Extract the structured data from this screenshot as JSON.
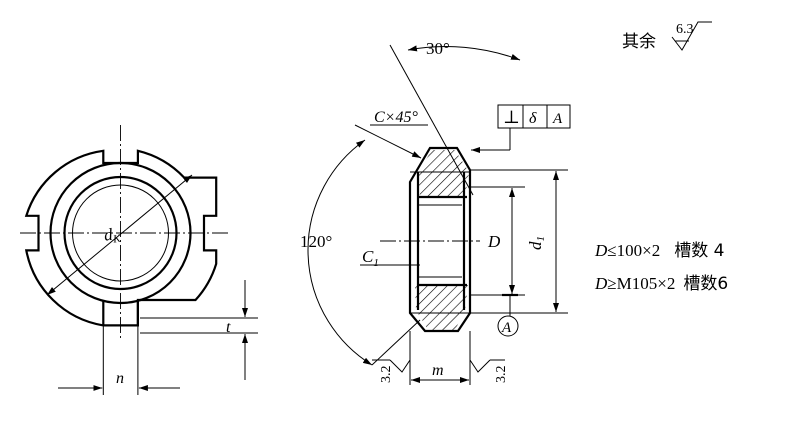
{
  "left_view": {
    "dk_label": "d",
    "dk_sub": "K",
    "t_label": "t",
    "n_label": "n"
  },
  "section_view": {
    "angle_top": "30°",
    "chamfer": "C×45°",
    "angle_left": "120°",
    "c1_main": "C",
    "c1_sub": "1",
    "D_label": "D",
    "d1_main": "d",
    "d1_sub": "1",
    "m_label": "m",
    "datum": "A",
    "roughness_left": "3.2",
    "roughness_right": "3.2"
  },
  "tolerance_frame": {
    "symbol": "⊥",
    "value": "δ",
    "datum": "A"
  },
  "general_roughness": {
    "text": "其余",
    "value": "6.3"
  },
  "notes": [
    {
      "prefix": "D",
      "spec": "≤100×2",
      "slots": "槽数 4"
    },
    {
      "prefix": "D",
      "spec": "≥M105×2",
      "slots": "槽数6"
    }
  ]
}
